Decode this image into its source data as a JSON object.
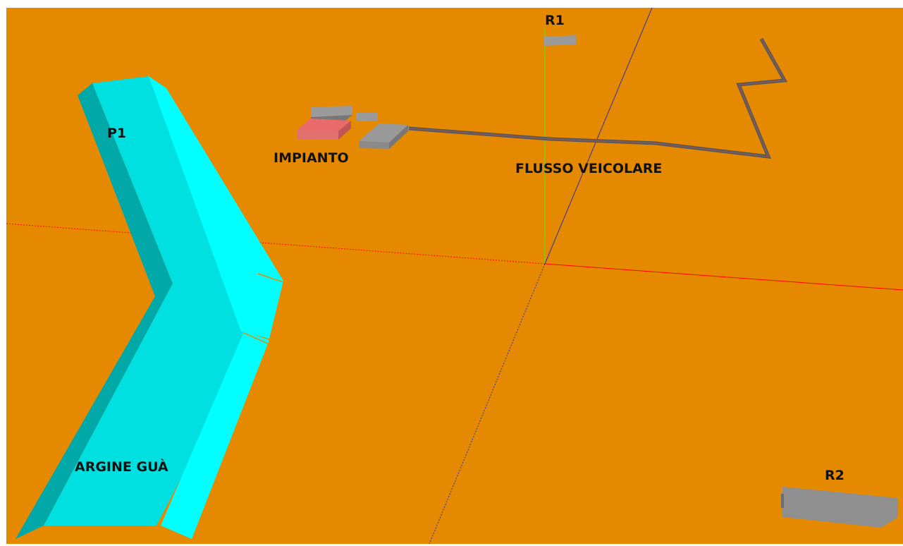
{
  "scene": {
    "labels": {
      "r1": "R1",
      "p1": "P1",
      "impianto": "IMPIANTO",
      "flusso": "FLUSSO VEICOLARE",
      "argine": "ARGINE GUÀ",
      "r2": "R2"
    },
    "colors": {
      "ground": "#E58A00",
      "embankment_top": "#00E0E0",
      "embankment_side_dark": "#00A8A8",
      "embankment_side_light": "#00FFFF",
      "building_gray": "#8C8C8C",
      "building_highlight": "#E86A6A",
      "road": "#7A5A5A",
      "axis_x": "#FF0000",
      "axis_y": "#80D000",
      "axis_z": "#3030A0"
    },
    "icons": [
      "embankment-shape",
      "building-blocks",
      "road-polyline",
      "receptor-block",
      "axis-lines"
    ]
  }
}
